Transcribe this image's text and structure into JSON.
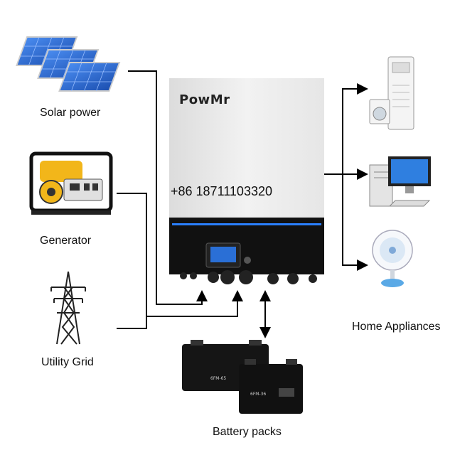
{
  "sources": {
    "solar_label": "Solar power",
    "generator_label": "Generator",
    "grid_label": "Utility Grid"
  },
  "inverter": {
    "brand": "PowMr",
    "phone": "+86 18711103320"
  },
  "outputs": {
    "label": "Home Appliances",
    "items": [
      "air-conditioner-and-washer-icon",
      "desktop-computer-icon",
      "electric-fan-icon"
    ]
  },
  "storage": {
    "label": "Battery packs",
    "battery_model_1": "6FM-65",
    "battery_model_2": "6FM-36"
  },
  "colors": {
    "inverter_body": "#ebebeb",
    "inverter_panel": "#111111",
    "accent_blue": "#2a7fff",
    "solar_blue": "#2a6fd6",
    "generator_yellow": "#f2b61a"
  }
}
